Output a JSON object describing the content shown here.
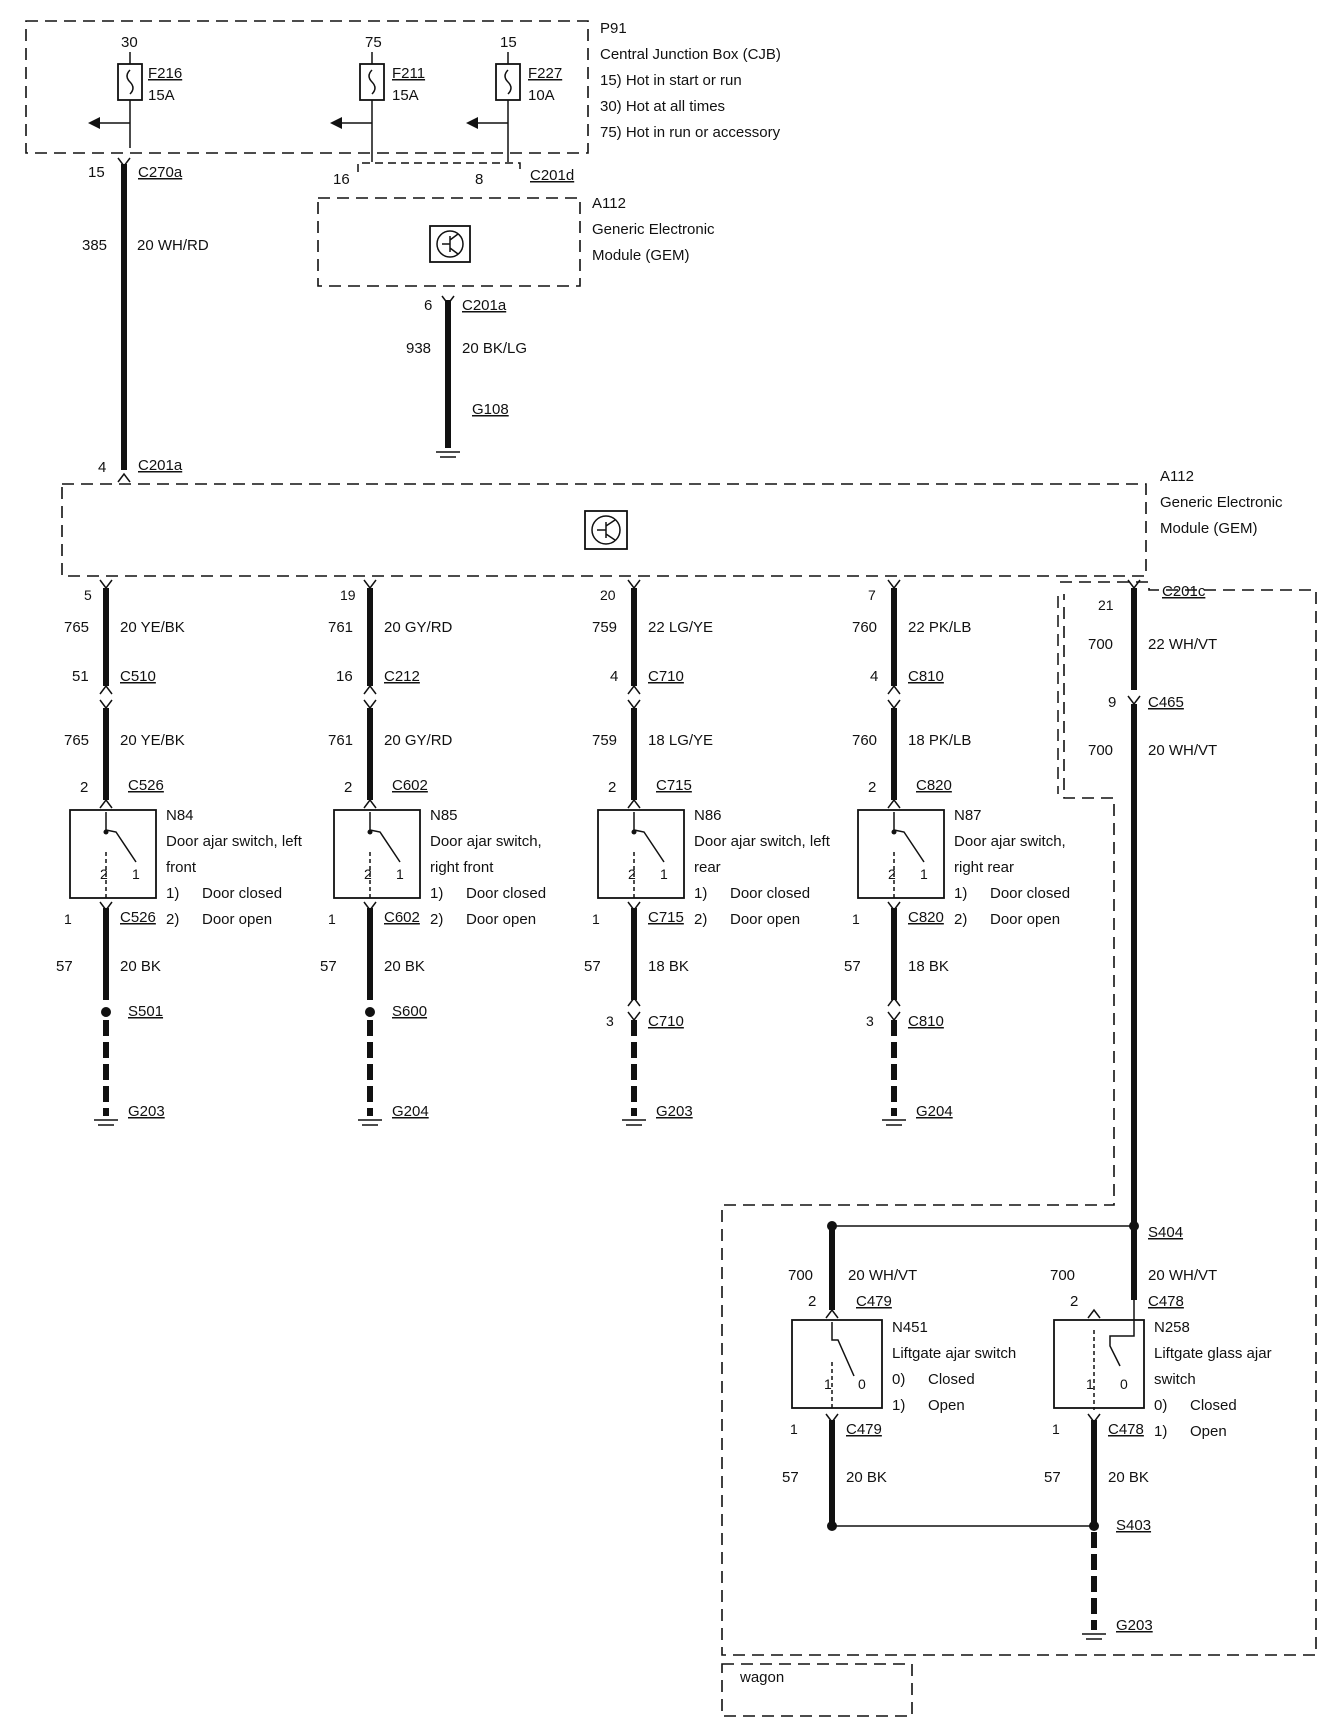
{
  "cjb": {
    "id": "P91",
    "name": "Central Junction Box (CJB)",
    "legend": [
      "15)  Hot in start or run",
      "30)  Hot at all times",
      "75)  Hot in run or accessory"
    ],
    "fuses": [
      {
        "circuit": "30",
        "id": "F216",
        "rating": "15A"
      },
      {
        "circuit": "75",
        "id": "F211",
        "rating": "15A"
      },
      {
        "circuit": "15",
        "id": "F227",
        "rating": "10A"
      }
    ],
    "out_pin": "15",
    "out_conn": "C270a",
    "c201d_pin_a": "16",
    "c201d_pin_b": "8",
    "c201d": "C201d"
  },
  "feed": {
    "circuit": "385",
    "wire": "20 WH/RD",
    "pin": "4",
    "conn": "C201a"
  },
  "gem_top": {
    "id": "A112",
    "name1": "Generic Electronic",
    "name2": "Module (GEM)",
    "pin": "6",
    "conn": "C201a",
    "circuit": "938",
    "wire": "20 BK/LG",
    "ground": "G108"
  },
  "gem_main": {
    "id": "A112",
    "name1": "Generic Electronic",
    "name2": "Module (GEM)"
  },
  "branches": [
    {
      "pin": "5",
      "c1": "765",
      "w1": "20 YE/BK",
      "ip": "51",
      "ic": "C510",
      "c2": "765",
      "w2": "20 YE/BK",
      "sp": "2",
      "sc": "C526",
      "sw_id": "N84",
      "sw_name1": "Door ajar switch, left",
      "sw_name2": "front",
      "s1": "1)",
      "s1t": "Door closed",
      "s2": "2)",
      "s2t": "Door open",
      "op": "1",
      "oc": "C526",
      "gc": "57",
      "gw": "20 BK",
      "jp": "",
      "jc": "S501",
      "gnd": "G203"
    },
    {
      "pin": "19",
      "c1": "761",
      "w1": "20 GY/RD",
      "ip": "16",
      "ic": "C212",
      "c2": "761",
      "w2": "20 GY/RD",
      "sp": "2",
      "sc": "C602",
      "sw_id": "N85",
      "sw_name1": "Door ajar switch,",
      "sw_name2": "right front",
      "s1": "1)",
      "s1t": "Door closed",
      "s2": "2)",
      "s2t": "Door open",
      "op": "1",
      "oc": "C602",
      "gc": "57",
      "gw": "20 BK",
      "jp": "",
      "jc": "S600",
      "gnd": "G204"
    },
    {
      "pin": "20",
      "c1": "759",
      "w1": "22 LG/YE",
      "ip": "4",
      "ic": "C710",
      "c2": "759",
      "w2": "18 LG/YE",
      "sp": "2",
      "sc": "C715",
      "sw_id": "N86",
      "sw_name1": "Door ajar switch, left",
      "sw_name2": "rear",
      "s1": "1)",
      "s1t": "Door closed",
      "s2": "2)",
      "s2t": "Door open",
      "op": "1",
      "oc": "C715",
      "gc": "57",
      "gw": "18 BK",
      "jp": "3",
      "jc": "C710",
      "gnd": "G203"
    },
    {
      "pin": "7",
      "c1": "760",
      "w1": "22 PK/LB",
      "ip": "4",
      "ic": "C810",
      "c2": "760",
      "w2": "18 PK/LB",
      "sp": "2",
      "sc": "C820",
      "sw_id": "N87",
      "sw_name1": "Door ajar switch,",
      "sw_name2": "right rear",
      "s1": "1)",
      "s1t": "Door closed",
      "s2": "2)",
      "s2t": "Door open",
      "op": "1",
      "oc": "C820",
      "gc": "57",
      "gw": "18 BK",
      "jp": "3",
      "jc": "C810",
      "gnd": "G204"
    }
  ],
  "lift": {
    "conn": "C201c",
    "pin": "21",
    "c1": "700",
    "w1": "22 WH/VT",
    "ip": "9",
    "ic": "C465",
    "c2": "700",
    "w2": "20 WH/VT",
    "splice": "S404",
    "n451": {
      "c": "700",
      "w": "20 WH/VT",
      "sp": "2",
      "sc": "C479",
      "id": "N451",
      "name1": "Liftgate ajar switch",
      "name2": "",
      "s0": "0)",
      "s0t": "Closed",
      "s1": "1)",
      "s1t": "Open",
      "op": "1",
      "oc": "C479",
      "gc": "57",
      "gw": "20 BK"
    },
    "n258": {
      "c": "700",
      "w": "20 WH/VT",
      "sp": "2",
      "sc": "C478",
      "id": "N258",
      "name1": "Liftgate glass ajar",
      "name2": "switch",
      "s0": "0)",
      "s0t": "Closed",
      "s1": "1)",
      "s1t": "Open",
      "op": "1",
      "oc": "C478",
      "gc": "57",
      "gw": "20 BK"
    },
    "splice2": "S403",
    "ground": "G203",
    "option": "wagon"
  }
}
